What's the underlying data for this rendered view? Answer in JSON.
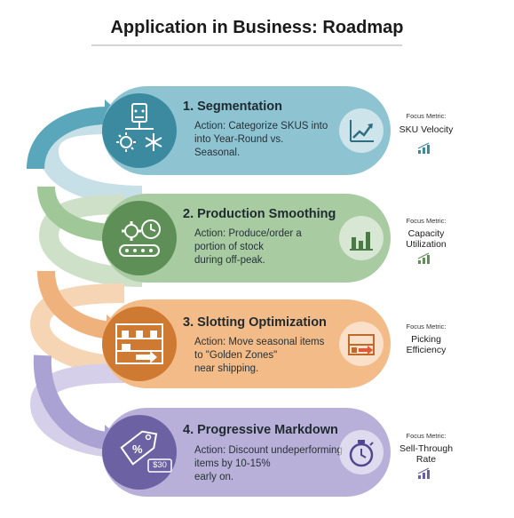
{
  "title": "Application in Business: Roadmap",
  "colors": {
    "step1": "#8ec3d1",
    "step1_dark": "#3b8aa0",
    "step2": "#a8cba1",
    "step2_dark": "#5e8f57",
    "step3": "#f3bb87",
    "step3_dark": "#cf7a33",
    "step4": "#b9b0d9",
    "step4_dark": "#6c61a3"
  },
  "steps": [
    {
      "title": "1. Segmentation",
      "action": [
        "Action: Categorize SKUS into",
        "into Year-Round vs.",
        "Seasonal."
      ],
      "icon": "snowflake-sun-icon",
      "chart_icon": "line-chart-icon",
      "metric_label": "Focus Metric:",
      "metric_name": [
        "SKU Velocity"
      ]
    },
    {
      "title": "2. Production Smoothing",
      "action": [
        "Action: Produce/order a",
        "portion of stock",
        "during off-peak."
      ],
      "icon": "conveyor-clock-icon",
      "chart_icon": "bar-chart-icon",
      "metric_label": "Focus Metric:",
      "metric_name": [
        "Capacity",
        "Utilization"
      ]
    },
    {
      "title": "3. Slotting Optimization",
      "action": [
        "Action: Move seasonal items",
        "to \"Golden Zones\"",
        "near shipping."
      ],
      "icon": "warehouse-shelf-icon",
      "chart_icon": "shelf-arrow-icon",
      "metric_label": "Focus Metric:",
      "metric_name": [
        "Picking",
        "Efficiency"
      ]
    },
    {
      "title": "4. Progressive Markdown",
      "action": [
        "Action: Discount undeperforming",
        "items by 10-15%",
        "early on."
      ],
      "icon": "price-tag-icon",
      "tag_text": "$30",
      "chart_icon": "stopwatch-icon",
      "metric_label": "Focus Metric:",
      "metric_name": [
        "Sell-Through",
        "Rate"
      ]
    }
  ]
}
